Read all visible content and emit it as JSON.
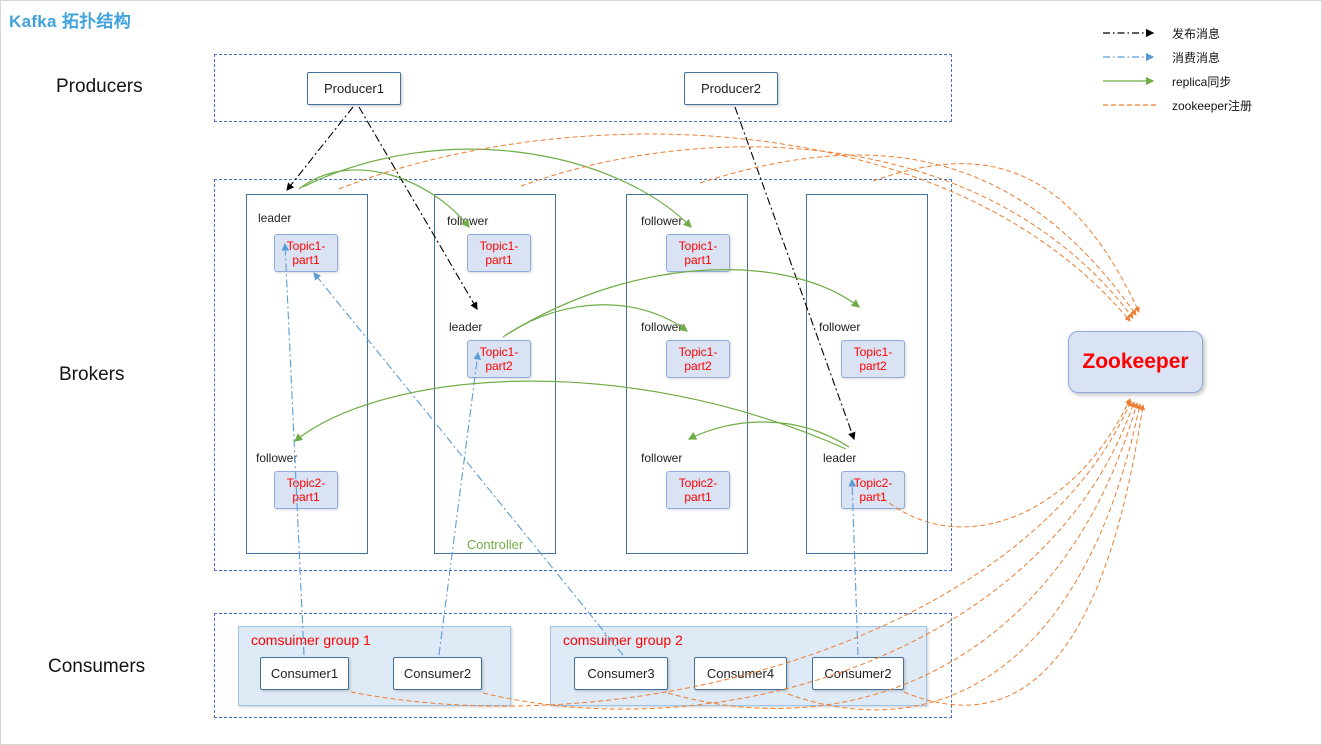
{
  "title": "Kafka 拓扑结构",
  "legend": [
    {
      "id": "publish",
      "label": "发布消息"
    },
    {
      "id": "consume",
      "label": "消费消息"
    },
    {
      "id": "replica",
      "label": "replica同步"
    },
    {
      "id": "zookeeper",
      "label": "zookeeper注册"
    }
  ],
  "row_labels": {
    "producers": "Producers",
    "brokers": "Brokers",
    "consumers": "Consumers"
  },
  "producers": [
    {
      "label": "Producer1"
    },
    {
      "label": "Producer2"
    }
  ],
  "brokers": [
    {
      "slots": [
        {
          "role": "leader",
          "topic": "Topic1-part1"
        },
        {
          "role": "follower",
          "topic": "Topic2-part1"
        }
      ]
    },
    {
      "note": "Controller",
      "slots": [
        {
          "role": "follower",
          "topic": "Topic1-part1"
        },
        {
          "role": "leader",
          "topic": "Topic1-part2"
        }
      ]
    },
    {
      "slots": [
        {
          "role": "follower",
          "topic": "Topic1-part1"
        },
        {
          "role": "follower",
          "topic": "Topic1-part2"
        },
        {
          "role": "follower",
          "topic": "Topic2-part1"
        }
      ]
    },
    {
      "slots": [
        {
          "role": "follower",
          "topic": "Topic1-part2"
        },
        {
          "role": "leader",
          "topic": "Topic2-part1"
        }
      ]
    }
  ],
  "zookeeper": {
    "label": "Zookeeper"
  },
  "consumer_groups": [
    {
      "title": "comsuimer group 1",
      "consumers": [
        "Consumer1",
        "Consumer2"
      ]
    },
    {
      "title": "comsuimer group 2",
      "consumers": [
        "Consumer3",
        "Consumer4",
        "Consumer2"
      ]
    }
  ],
  "colors": {
    "title": "#3FA2DA",
    "publish": "#000000",
    "consume": "#5B9BD5",
    "replica": "#70AD47",
    "zookeeper_reg": "#ED7D31",
    "box_border": "#41719C",
    "section_border": "#4472C4",
    "topic_fill": "#DAE3F3",
    "topic_border": "#8FAADC",
    "topic_text": "#FF0000",
    "group_fill": "#DEEAF6",
    "controller_text": "#70AD47"
  }
}
